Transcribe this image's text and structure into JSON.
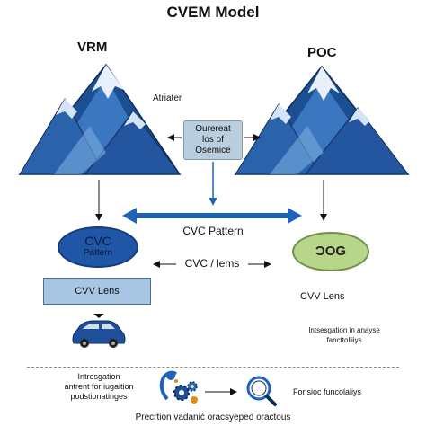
{
  "title": "CVEM Model",
  "left_mountain_label": "VRM",
  "right_mountain_label": "POC",
  "annotation_top": "Atriater",
  "callout": {
    "line1": "Ourereat",
    "line2": "los of",
    "line3": "Osemice"
  },
  "pattern_label": "CVC Pattern",
  "lens_middle_label": "CVC / lems",
  "left_ellipse": {
    "line1": "CVC",
    "line2": "Pattern"
  },
  "right_ellipse_label": "ƆOG",
  "left_box_label": "CVV Lens",
  "right_lens_label": "CVV Lens",
  "right_note": {
    "line1": "Intsesgation in anayse",
    "line2": "fancttolliiys"
  },
  "bottom_left": {
    "line1": "Intresgation",
    "line2": "antrent for iugaition",
    "line3": "podstionatinges"
  },
  "bottom_right": "Forisioc funcolaliys",
  "bottom_caption": "Precrtion vadanić oracsyeped oractous",
  "colors": {
    "mountain_dark": "#1c4e92",
    "mountain_mid": "#3b77c0",
    "mountain_light": "#7aaee0",
    "snow": "#e8f1fb",
    "arrow_blue": "#1f63b8",
    "ellipse_blue": "#1f56a8",
    "ellipse_green": "#b8d68a",
    "callout_fill": "#b9cfe0"
  },
  "icons": [
    "car-icon",
    "gear-icon",
    "magnifier-icon",
    "arrow-right-icon"
  ]
}
